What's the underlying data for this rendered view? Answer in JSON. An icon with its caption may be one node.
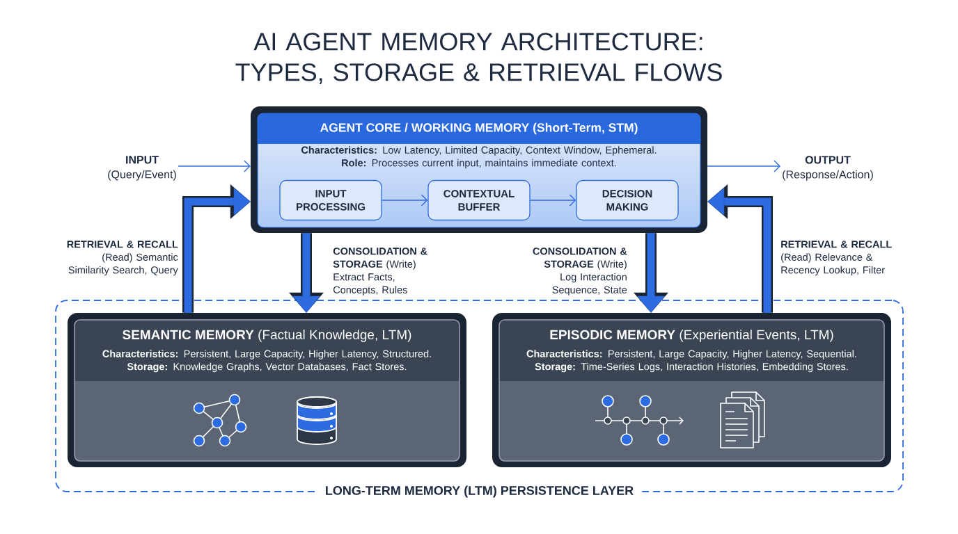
{
  "diagram": {
    "title": "AI AGENT MEMORY ARCHITECTURE: TYPES, STORAGE & RETRIEVAL FLOWS",
    "nodes": [
      {
        "text": [
          "INPUT",
          "(Query/Event)"
        ]
      },
      {
        "text": [
          "AGENT CORE / WORKING MEMORY (Short-Term, STM)",
          "**Characteristics:** Low Latency, Limited Capacity, Context Window, Ephemeral.",
          "**Role:** Processes current input, maintains immediate context."
        ]
      },
      {
        "text": [
          "INPUT PROCESSING"
        ],
        "in": 1
      },
      {
        "text": [
          "CONTEXTUAL BUFFER"
        ],
        "in": 1
      },
      {
        "text": [
          "DECISION MAKING"
        ],
        "in": 1
      },
      {
        "text": [
          "OUTPUT",
          "(Response/Action)"
        ]
      },
      {
        "text": [
          "LONG-TERM MEMORY (LTM) PERSISTENCE LAYER"
        ]
      },
      {
        "text": [
          "**SEMANTIC MEMORY** (Factual Knowledge, LTM)",
          "**Characteristics:** Persistent, Large Capacity, Higher Latency, Structured.",
          "**Storage:** Knowledge Graphs, Vector Databases, Fact Stores."
        ],
        "in": 6
      },
      {
        "text": [
          "**EPISODIC MEMORY** (Experiential Events, LTM)",
          "**Characteristics:** Persistent, Large Capacity, Higher Latency, Sequential.",
          "**Storage:** Time-Series Logs, Interaction Histories, Embedding Stores."
        ],
        "in": 6
      }
    ],
    "edges": [
      {
        "from": 0,
        "to": 1,
        "arrow": "to"
      },
      {
        "from": 1,
        "to": 5,
        "arrow": "to"
      },
      {
        "from": 2,
        "to": 3,
        "arrow": "to"
      },
      {
        "from": 3,
        "to": 4,
        "arrow": "to"
      },
      {
        "from": 7,
        "to": 1,
        "arrow": "to",
        "style": "thick",
        "label": "**RETRIEVAL & RECALL** (Read) Semantic Similarity Search, Query"
      },
      {
        "from": 1,
        "to": 7,
        "arrow": "to",
        "style": "thick",
        "label": "**CONSOLIDATION & STORAGE** (Write) Extract Facts, Concepts, Rules"
      },
      {
        "from": 1,
        "to": 8,
        "arrow": "to",
        "style": "thick",
        "label": "**CONSOLIDATION & STORAGE** (Write) Log Interaction Sequence, State"
      },
      {
        "from": 8,
        "to": 1,
        "arrow": "to",
        "style": "thick",
        "label": "**RETRIEVAL & RECALL** (Read) Relevance & Recency Lookup, Filter"
      }
    ]
  }
}
